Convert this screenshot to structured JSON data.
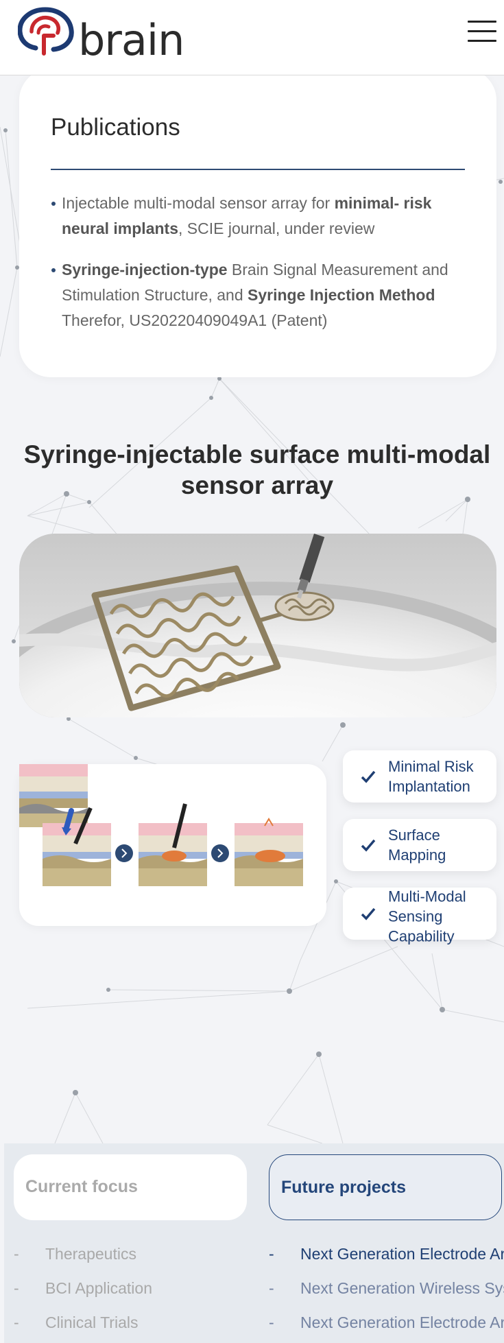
{
  "brand": {
    "name": "brain",
    "logo_icon": "brain-logo-icon",
    "colors": {
      "red": "#c8282e",
      "navy": "#1d3a72"
    }
  },
  "header": {
    "menu_icon": "hamburger-menu-icon"
  },
  "publications": {
    "title": "Publications",
    "items": [
      {
        "parts": [
          {
            "text": "Injectable multi-modal sensor array for ",
            "bold": false
          },
          {
            "text": "minimal- risk neural implants",
            "bold": true
          },
          {
            "text": ", SCIE journal, under review",
            "bold": false
          }
        ]
      },
      {
        "parts": [
          {
            "text": "Syringe-injection-type",
            "bold": true
          },
          {
            "text": " Brain Signal Measurement and Stimulation Structure, and ",
            "bold": false
          },
          {
            "text": "Syringe Injection Method",
            "bold": true
          },
          {
            "text": " Therefor, US20220409049A1 (Patent)",
            "bold": false
          }
        ]
      }
    ]
  },
  "section": {
    "title": "Syringe-injectable surface multi-modal sensor array"
  },
  "features": [
    {
      "label": "Minimal Risk Implantation",
      "icon": "check-icon"
    },
    {
      "label": "Surface Mapping",
      "icon": "check-icon"
    },
    {
      "label": "Multi-Modal Sensing Capability",
      "icon": "check-icon"
    }
  ],
  "tabs": {
    "current": {
      "label": "Current focus",
      "items": [
        "Therapeutics",
        "BCI Application",
        "Clinical Trials"
      ]
    },
    "future": {
      "label": "Future projects",
      "items": [
        "Next Generation Electrode Array",
        "Next Generation Wireless System",
        "Next Generation Electrode Array"
      ]
    },
    "bullet": "-"
  },
  "colors": {
    "accent": "#1f3f73",
    "rule": "#2d4a73",
    "background": "#f3f4f7"
  }
}
